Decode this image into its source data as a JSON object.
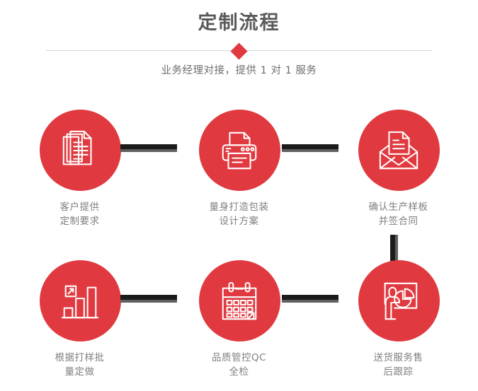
{
  "header": {
    "title": "定制流程",
    "subtitle": "业务经理对接，提供 1 对 1 服务",
    "divider_icon": "diamond-icon"
  },
  "theme": {
    "accent_red": "#e03a40",
    "connector_dark": "#1b1b1b",
    "connector_shade": "#606060",
    "divider_gray": "#d3d3d3",
    "title_gray": "#5a5a5a",
    "label_gray": "#808080"
  },
  "flow": {
    "rows": [
      {
        "steps": [
          {
            "icon": "documents-stack-icon",
            "label_line1": "客户提供",
            "label_line2": "定制要求"
          },
          {
            "icon": "printer-icon",
            "label_line1": "量身打造包装",
            "label_line2": "设计方案"
          },
          {
            "icon": "envelope-letter-icon",
            "label_line1": "确认生产样板",
            "label_line2": "并签合同"
          }
        ]
      },
      {
        "steps": [
          {
            "icon": "bar-chart-growth-icon",
            "label_line1": "根据打样批",
            "label_line2": "量定做"
          },
          {
            "icon": "calendar-icon",
            "label_line1": "品质管控QC",
            "label_line2": "全检"
          },
          {
            "icon": "presentation-person-icon",
            "label_line1": "送货服务售",
            "label_line2": "后跟踪"
          }
        ]
      }
    ]
  }
}
